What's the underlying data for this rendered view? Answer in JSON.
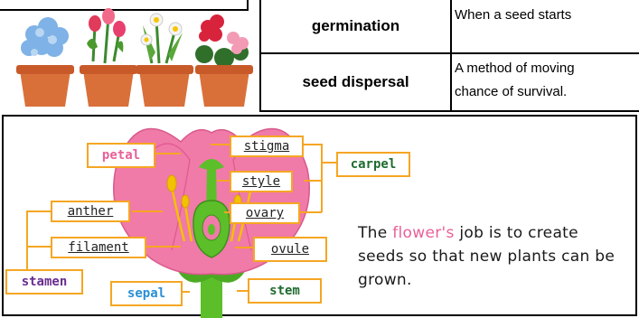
{
  "glossary": {
    "rows": [
      {
        "term": "germination",
        "definition": "When a seed starts"
      },
      {
        "term": "seed dispersal",
        "definition_line1": "A method of moving",
        "definition_line2": "chance of survival."
      }
    ]
  },
  "diagram": {
    "labels": {
      "petal": "petal",
      "stigma": "stigma",
      "style": "style",
      "carpel": "carpel",
      "anther": "anther",
      "ovary": "ovary",
      "filament": "filament",
      "ovule": "ovule",
      "stamen": "stamen",
      "sepal": "sepal",
      "stem": "stem"
    },
    "colors": {
      "petal_label": "#e8609a",
      "stamen_label": "#6a2c91",
      "carpel_label": "#1f6b2e",
      "sepal_label": "#2a8fd6",
      "stem_label": "#1f6b2e",
      "part_label": "#222222",
      "label_border": "#f5a623",
      "petal_fill": "#f07aa8",
      "stem_fill": "#5cbf2a"
    },
    "caption": {
      "before": "The ",
      "highlight": "flower's",
      "after": " job is to create seeds so that new plants can be grown."
    }
  }
}
